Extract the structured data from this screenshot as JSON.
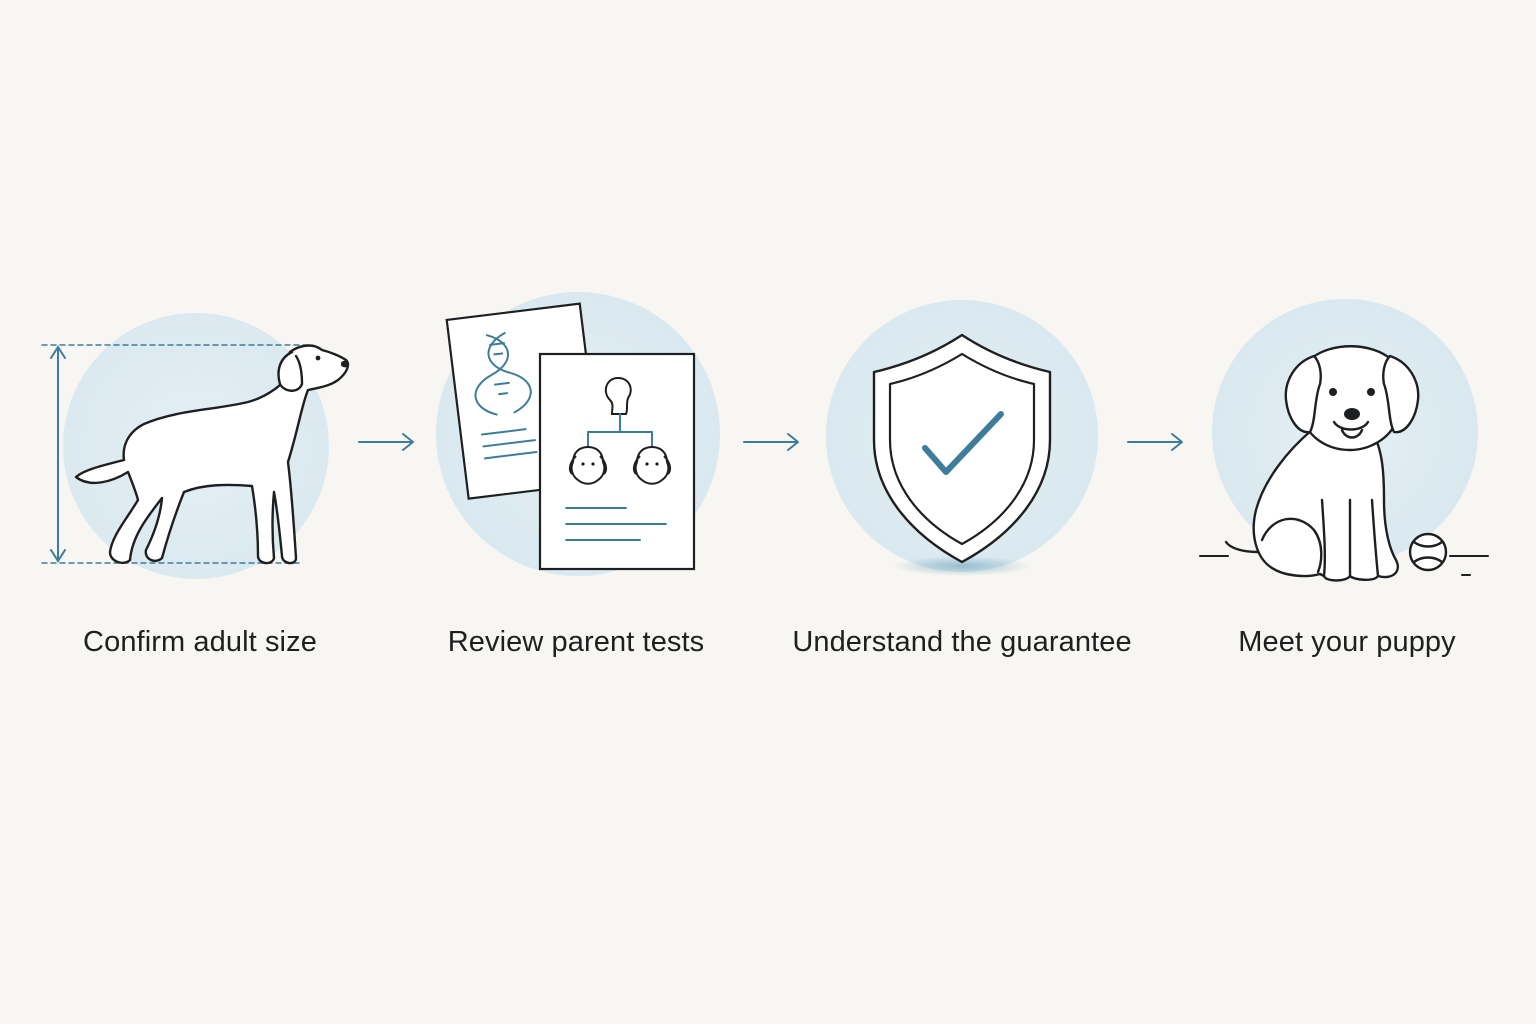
{
  "colors": {
    "background": "#f7f6f2",
    "accent": "#3e7d99",
    "circle": "#dfedf2",
    "line": "#1e1f21"
  },
  "steps": [
    {
      "label": "Confirm adult size",
      "icon": "measured-dog-icon"
    },
    {
      "label": "Review parent tests",
      "icon": "pedigree-documents-icon"
    },
    {
      "label": "Understand the guarantee",
      "icon": "shield-check-icon"
    },
    {
      "label": "Meet your puppy",
      "icon": "sitting-puppy-icon"
    }
  ],
  "connectors": [
    "arrow-right-icon",
    "arrow-right-icon",
    "arrow-right-icon"
  ]
}
